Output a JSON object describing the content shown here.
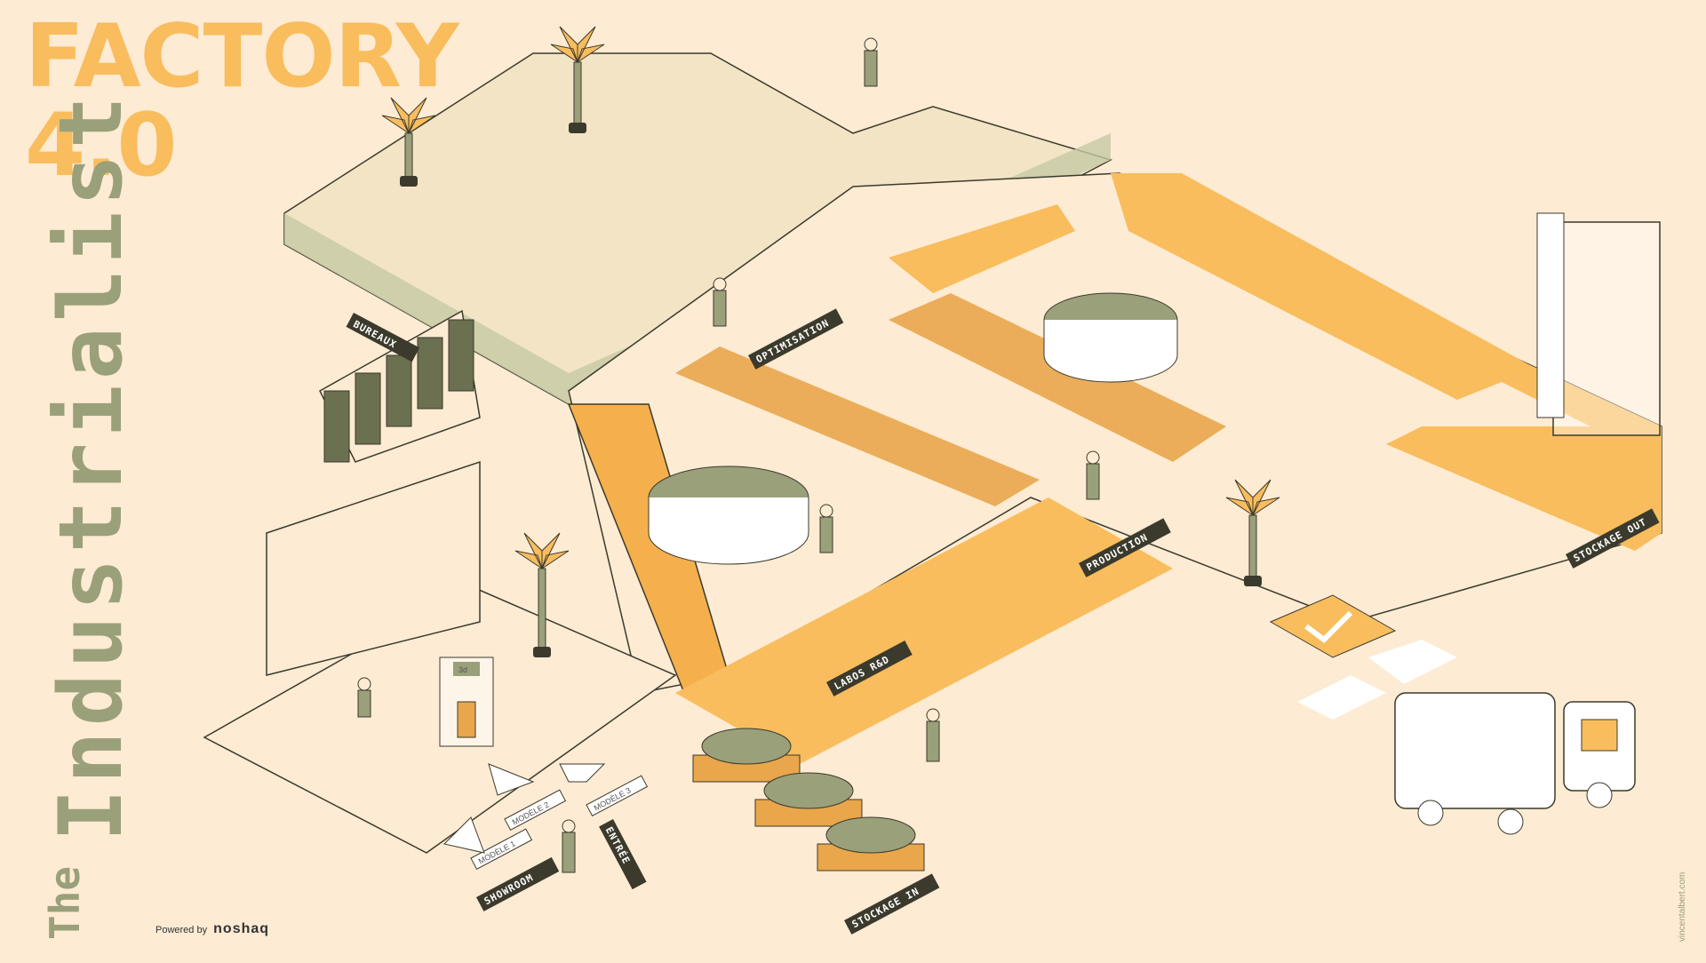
{
  "title": {
    "line1": "FACTORY",
    "line2": "4.0"
  },
  "brand": {
    "prefix": "The",
    "name": "Industrialist"
  },
  "powered": {
    "label": "Powered by",
    "company": "noshaq"
  },
  "credit": "vincentalbert.com",
  "zones": {
    "bureaux": "BUREAUX",
    "optimisation": "OPTIMISATION",
    "production": "PRODUCTION",
    "stockage_out": "STOCKAGE OUT",
    "labos": "LABOS R&D",
    "showroom": "SHOWROOM",
    "entree": "ENTRÉE",
    "stockage_in": "STOCKAGE IN"
  },
  "models": {
    "m1": "MODÈLE 1",
    "m2": "MODÈLE 2",
    "m3": "MODÈLE 3"
  },
  "signs": {
    "three_d": "3d"
  },
  "colors": {
    "orange": "#f9bd5e",
    "sage": "#9aa07a",
    "dark": "#3b3a2c",
    "cream": "#fdebd3"
  }
}
